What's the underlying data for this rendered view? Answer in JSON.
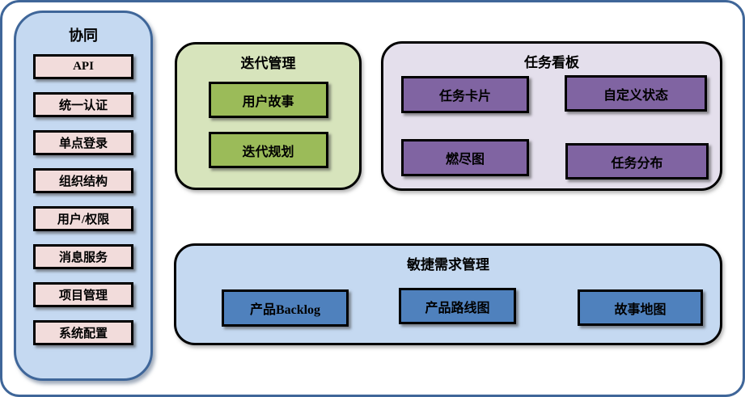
{
  "diagram": {
    "sidebar": {
      "title": "协同",
      "items": [
        "API",
        "统一认证",
        "单点登录",
        "组织结构",
        "用户/权限",
        "消息服务",
        "项目管理",
        "系统配置"
      ]
    },
    "iteration_panel": {
      "title": "迭代管理",
      "items": [
        "用户故事",
        "迭代规划"
      ]
    },
    "taskboard_panel": {
      "title": "任务看板",
      "items": [
        "任务卡片",
        "自定义状态",
        "燃尽图",
        "任务分布"
      ]
    },
    "requirements_panel": {
      "title": "敏捷需求管理",
      "items": [
        "产品Backlog",
        "产品路线图",
        "故事地图"
      ]
    },
    "colors": {
      "outer_border": "#3f6699",
      "sidebar_fill": "#c5d9f1",
      "sidebar_item_fill": "#f2dcdb",
      "iteration_panel_fill": "#d7e4bc",
      "iteration_item_fill": "#9bbb59",
      "taskboard_panel_fill": "#e4dfec",
      "taskboard_item_fill": "#8064a2",
      "requirements_panel_fill": "#c5d9f1",
      "requirements_item_fill": "#4f81bd",
      "node_border": "#000000"
    }
  }
}
